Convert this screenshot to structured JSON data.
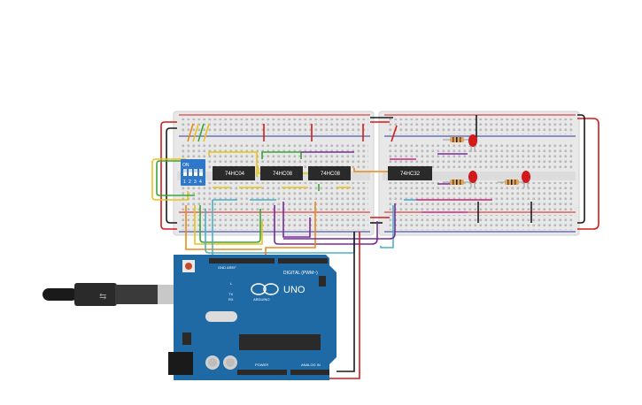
{
  "breadboards": [
    {
      "name": "left"
    },
    {
      "name": "right"
    }
  ],
  "dip_switch": {
    "on_label": "ON",
    "numbers": [
      "1",
      "2",
      "3",
      "4"
    ]
  },
  "chips": [
    {
      "id": "u1",
      "label": "74HC04"
    },
    {
      "id": "u2",
      "label": "74HC08"
    },
    {
      "id": "u3",
      "label": "74HC08"
    },
    {
      "id": "u4",
      "label": "74HC32"
    }
  ],
  "leds": [
    {
      "color": "#d2191c"
    },
    {
      "color": "#d2191c"
    },
    {
      "color": "#d2191c"
    }
  ],
  "arduino": {
    "model": "UNO",
    "brand": "ARDUINO",
    "digital_label": "DIGITAL (PWM~)",
    "power_label": "POWER",
    "analog_label": "ANALOG IN",
    "aref_label": "AREF",
    "gnd_label": "GND",
    "tx_label": "TX",
    "rx_label": "RX",
    "l_label": "L"
  },
  "colors": {
    "breadboard": "#e6e6e6",
    "rail_red": "#d41c1c",
    "rail_blue": "#2a3aa0",
    "arduino_board": "#1f6aa5",
    "chip": "#2a2a2a",
    "wire_red": "#d41c1c",
    "wire_black": "#1a1a1a",
    "wire_yellow": "#e8c21a",
    "wire_green": "#3aa53a",
    "wire_orange": "#e88a1a",
    "wire_purple": "#7a2a9a",
    "wire_cyan": "#4ab0c8",
    "wire_magenta": "#c8287a"
  }
}
